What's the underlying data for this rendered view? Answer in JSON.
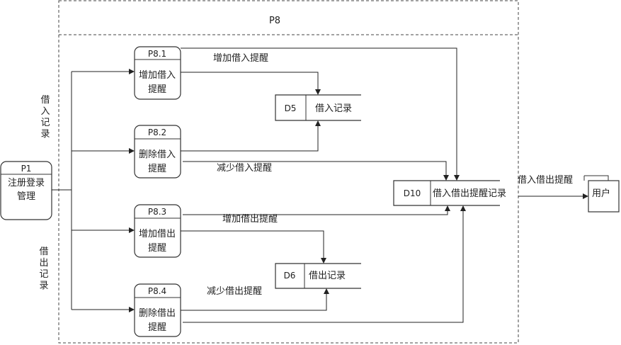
{
  "title": "P8",
  "external_process": {
    "id": "P1",
    "label_lines": [
      "注册登录",
      "管理"
    ]
  },
  "side_labels": {
    "borrow_in_record": [
      "借",
      "入",
      "记",
      "录"
    ],
    "borrow_out_record": [
      "借",
      "出",
      "记",
      "录"
    ]
  },
  "processes": [
    {
      "id": "P8.1",
      "label_lines": [
        "增加借入",
        "提醒"
      ]
    },
    {
      "id": "P8.2",
      "label_lines": [
        "删除借入",
        "提醒"
      ]
    },
    {
      "id": "P8.3",
      "label_lines": [
        "增加借出",
        "提醒"
      ]
    },
    {
      "id": "P8.4",
      "label_lines": [
        "删除借出",
        "提醒"
      ]
    }
  ],
  "data_stores": [
    {
      "id": "D5",
      "name": "借入记录"
    },
    {
      "id": "D6",
      "name": "借出记录"
    },
    {
      "id": "D10",
      "name": "借入借出提醒记录"
    }
  ],
  "external_entity": {
    "name": "用户"
  },
  "flow_labels": {
    "add_borrow_in": "增加借入提醒",
    "reduce_borrow_in": "减少借入提醒",
    "add_borrow_out": "增加借出提醒",
    "reduce_borrow_out": "减少借出提醒",
    "to_user": "借入借出提醒"
  }
}
